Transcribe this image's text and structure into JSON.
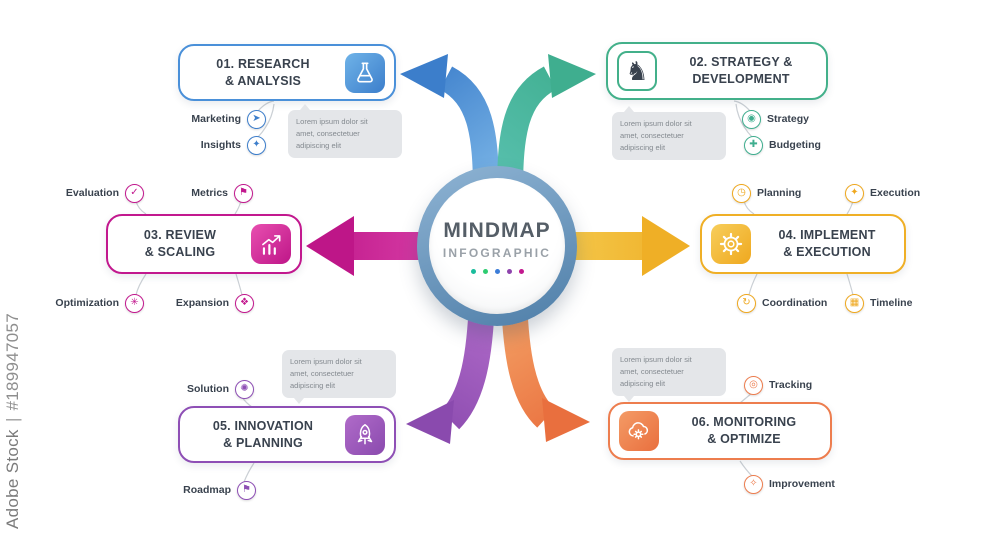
{
  "watermark": {
    "brand": "Adobe Stock",
    "separator": "|",
    "stock_id": "#189947057"
  },
  "center": {
    "title": "MINDMAP",
    "subtitle": "INFOGRAPHIC",
    "dot_colors": [
      "#1ABC9C",
      "#2ECC71",
      "#3B7DD8",
      "#8E44AD",
      "#C2188E"
    ]
  },
  "tooltip": {
    "line1": "Lorem ipsum dolor sit",
    "line2": "amet, consectetuer",
    "line3": "adipiscing elit"
  },
  "arrow_colors": {
    "top_left": "#3C7ECB",
    "top_right": "#3FAE8F",
    "left": "#BE1688",
    "right": "#EFAF26",
    "bottom_left": "#8A4AAE",
    "bottom_right": "#E96F3E"
  },
  "nodes": [
    {
      "title1": "01. RESEARCH",
      "title2": "& ANALYSIS",
      "icon": "flask-icon",
      "color": "#3D7ECB",
      "subs": [
        {
          "label": "Marketing",
          "icon": "megaphone-icon",
          "glyph": "➤"
        },
        {
          "label": "Insights",
          "icon": "lightbulb-icon",
          "glyph": "✦"
        }
      ]
    },
    {
      "title1": "02. STRATEGY &",
      "title2": "DEVELOPMENT",
      "icon": "chess-knight-icon",
      "color": "#3FAE8F",
      "glyph": "♞",
      "subs": [
        {
          "label": "Strategy",
          "icon": "target-icon",
          "glyph": "◉"
        },
        {
          "label": "Budgeting",
          "icon": "coins-icon",
          "glyph": "✚"
        }
      ]
    },
    {
      "title1": "03. REVIEW",
      "title2": "& SCALING",
      "icon": "growth-chart-icon",
      "color": "#C2188E",
      "subs": [
        {
          "label": "Evaluation",
          "icon": "check-circle-icon",
          "glyph": "✓"
        },
        {
          "label": "Metrics",
          "icon": "flag-icon",
          "glyph": "⚑"
        },
        {
          "label": "Optimization",
          "icon": "brain-icon",
          "glyph": "✳"
        },
        {
          "label": "Expansion",
          "icon": "expand-icon",
          "glyph": "❖"
        }
      ]
    },
    {
      "title1": "04. IMPLEMENT",
      "title2": "& EXECUTION",
      "icon": "gear-icon",
      "color": "#EFAF26",
      "subs": [
        {
          "label": "Planning",
          "icon": "clock-icon",
          "glyph": "◷"
        },
        {
          "label": "Execution",
          "icon": "spark-icon",
          "glyph": "✦"
        },
        {
          "label": "Coordination",
          "icon": "sync-icon",
          "glyph": "↻"
        },
        {
          "label": "Timeline",
          "icon": "calendar-icon",
          "glyph": "▦"
        }
      ]
    },
    {
      "title1": "05. INNOVATION",
      "title2": "& PLANNING",
      "icon": "rocket-icon",
      "color": "#8E4FB5",
      "subs": [
        {
          "label": "Solution",
          "icon": "puzzle-icon",
          "glyph": "✺"
        },
        {
          "label": "Roadmap",
          "icon": "map-pin-icon",
          "glyph": "⚑"
        }
      ]
    },
    {
      "title1": "06. MONITORING",
      "title2": "& OPTIMIZE",
      "icon": "cloud-gear-icon",
      "color": "#ED7D4E",
      "subs": [
        {
          "label": "Tracking",
          "icon": "crosshair-icon",
          "glyph": "◎"
        },
        {
          "label": "Improvement",
          "icon": "sparkle-icon",
          "glyph": "✧"
        }
      ]
    }
  ]
}
